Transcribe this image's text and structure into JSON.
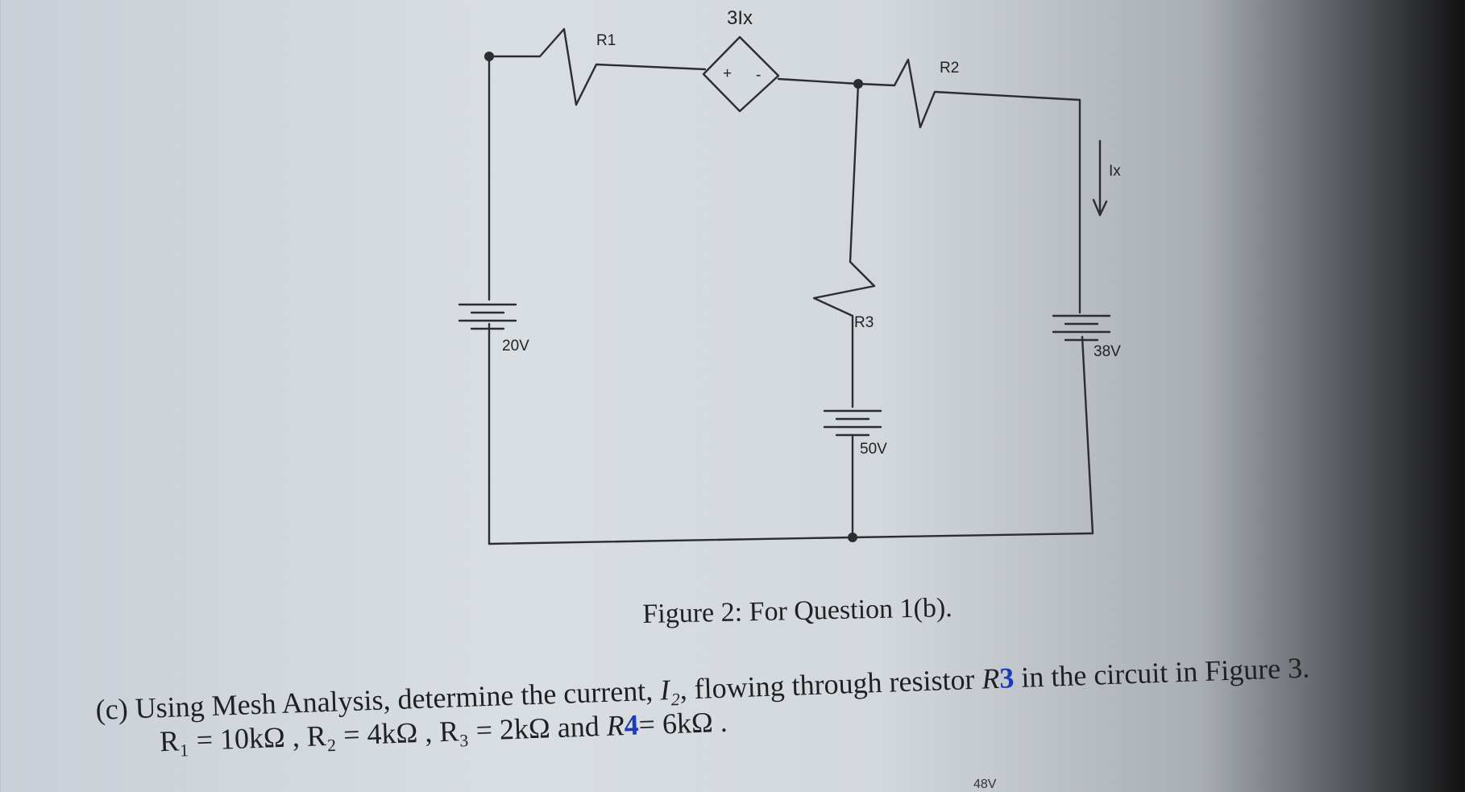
{
  "circuit": {
    "labels": {
      "r1": "R1",
      "r2": "R2",
      "r3": "R3",
      "dep_source": "3Ix",
      "dep_plus": "+",
      "dep_minus": "-",
      "ix": "Ix",
      "v_left": "20V",
      "v_mid": "50V",
      "v_right": "38V"
    }
  },
  "caption": "Figure 2: For Question 1(b).",
  "question": {
    "line1_prefix": "(c)  Using Mesh Analysis, determine the current, ",
    "current_symbol": "I₂",
    "line1_mid": ", flowing through resistor ",
    "resistor_symbol": "R",
    "resistor_correction": "3",
    "line1_suffix": " in the circuit in Figure 3.",
    "line2_r1": "R₁ = 10kΩ ,  R₂ = 4kΩ ,  R₃ = 2kΩ and ",
    "line2_r4_symbol": "R",
    "line2_r4_correction": "4",
    "line2_r4_value": "= 6kΩ ."
  },
  "cutoff_text": "48V"
}
